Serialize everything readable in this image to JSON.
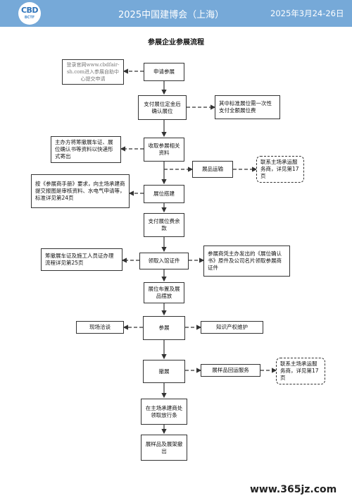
{
  "header": {
    "logo_text": "CBD",
    "logo_sub": "BCTF",
    "title": "2025中国建博会（上海）",
    "date": "2025年3月24-26日"
  },
  "page_title": "参展企业参展流程",
  "steps": [
    "申请参展",
    "支付展位定金后确认展位",
    "收取参展相关资料",
    "展位搭建",
    "支付展位费余款",
    "领取入馆证件",
    "展位布置及展品摆放",
    "参展",
    "撤展",
    "在主场承建商处领取放行条",
    "展样品及展架撤出"
  ],
  "notes": {
    "apply": "登录官网www.cbdfair-sh.com进入参展自助中心提交申请",
    "deposit": "其中标准展位需一次性支付全额展位费",
    "materials": "主办方将筹撤展车证、展位确认书等资料以快递形式寄出",
    "transport": "展品运输",
    "transport_contact": "联系主场承运服务商，详见第17页",
    "build": "按《参展商手册》要求，向主场承建商提交报图是审核资料、水电气申请等，标准详见第24页",
    "car_pass": "筹撤展车证及施工人员证办理流程详见第25页",
    "badge": "参展商凭主办发出的《展位确认书》原件及公司名片领取参展商证件",
    "onsite": "现场洽谈",
    "ip": "知识产权维护",
    "return_service": "展样品回运服务",
    "return_contact": "联系主场承运服务商，详见第17页"
  },
  "watermark": "www.365jz.com"
}
